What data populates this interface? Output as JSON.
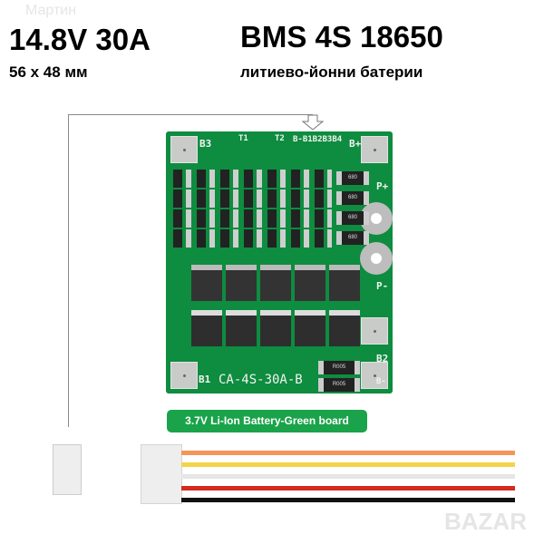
{
  "header": {
    "voltage_current": "14.8V 30A",
    "dimensions": "56 x 48 мм",
    "product": "BMS 4S 18650",
    "subtitle": "литиево-йонни батерии"
  },
  "watermarks": {
    "top": "Мартин",
    "bottom": "BAZAR"
  },
  "board": {
    "model": "CA-4S-30A-B",
    "labels": {
      "b3": "B3",
      "t1": "T1",
      "t2": "T2",
      "b_minus": "B-",
      "pins": "B-B1B2B3B4",
      "b_plus": "B+",
      "p_plus": "P+",
      "p_minus": "P-",
      "b2": "B2",
      "b1": "B1",
      "b_minus_bottom": "B-"
    },
    "resistor_top": "680",
    "resistor_bottom": "R005",
    "color": "#0e8c3f"
  },
  "caption": "3.7V Li-Ion Battery-Green board",
  "wires": [
    "#f5955a",
    "#f3d44a",
    "#e6e6e6",
    "#d42a20",
    "#111111"
  ]
}
